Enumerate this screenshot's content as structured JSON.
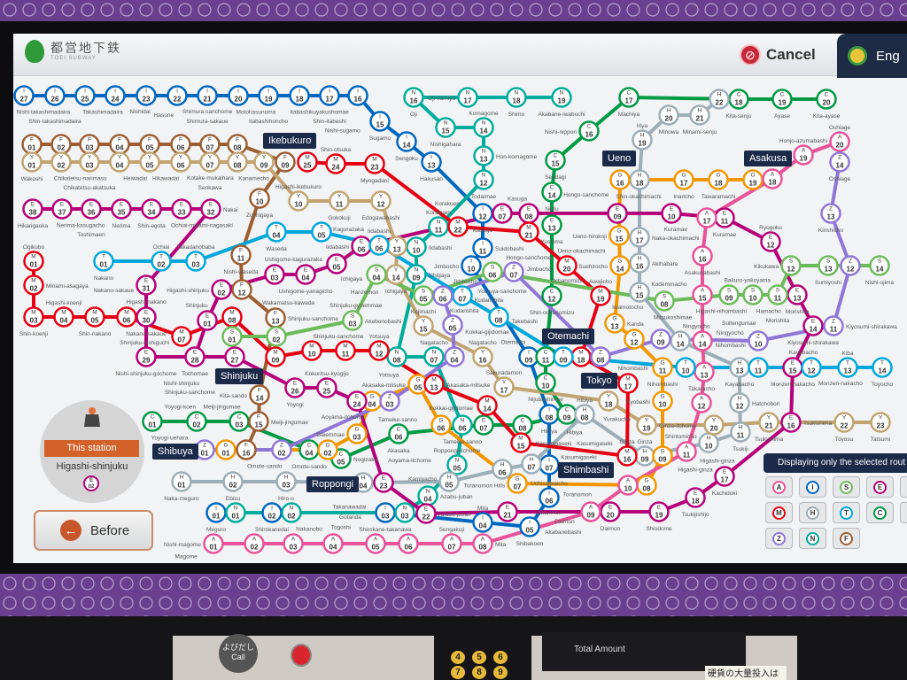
{
  "header": {
    "logo_jp": "都営地下鉄",
    "logo_en": "TOEI SUBWAY",
    "cancel_label": "Cancel",
    "language_label": "Eng"
  },
  "this_station": {
    "label": "This station",
    "name": "Higashi-shinjuku",
    "code_letter": "E",
    "code_number": "02"
  },
  "before_label": "Before",
  "filter": {
    "tooltip": "Displaying only the selected rout",
    "buttons": [
      {
        "letter": "A",
        "color": "#e85298"
      },
      {
        "letter": "I",
        "color": "#0067c0"
      },
      {
        "letter": "S",
        "color": "#6cbb5a"
      },
      {
        "letter": "E",
        "color": "#b6007a"
      },
      {
        "letter": "G",
        "color": "#f39700"
      },
      {
        "letter": "M",
        "color": "#e60012"
      },
      {
        "letter": "H",
        "color": "#9caeb7"
      },
      {
        "letter": "T",
        "color": "#00a7db"
      },
      {
        "letter": "C",
        "color": "#009944"
      },
      {
        "letter": "Y",
        "color": "#c1a470"
      },
      {
        "letter": "Z",
        "color": "#8f76d6"
      },
      {
        "letter": "N",
        "color": "#00ac9b"
      },
      {
        "letter": "F",
        "color": "#9c5e31"
      }
    ]
  },
  "callouts": [
    "Ikebukuro",
    "Ueno",
    "Asakusa",
    "Shinjuku",
    "Shibuya",
    "Roppongi",
    "Otemachi",
    "Tokyo",
    "Shimbashi"
  ],
  "lines": [
    {
      "letter": "I",
      "color": "#0067c0",
      "stations": [
        [
          "27",
          "Nishi-takashimadaira"
        ],
        [
          "26",
          "Shin-takashimadaira"
        ],
        [
          "25",
          "Takashimadaira"
        ],
        [
          "24",
          "Nishidai"
        ],
        [
          "23",
          "Hasune"
        ],
        [
          "22",
          "Shimura-sanchome"
        ],
        [
          "21",
          "Shimura-sakaue"
        ],
        [
          "20",
          "Motohasunuma"
        ],
        [
          "19",
          "Itabashihoncho"
        ],
        [
          "18",
          "Itabashikuyakushomae"
        ],
        [
          "17",
          "Shin-itabashi"
        ],
        [
          "16",
          "Nishi-sugamo"
        ],
        [
          "15",
          "Sugamo"
        ],
        [
          "14",
          "Sengoku"
        ],
        [
          "13",
          "Hakusan"
        ],
        [
          "12",
          "Kasuga"
        ],
        [
          "11",
          "Suidobashi"
        ],
        [
          "10",
          "Jimbocho"
        ],
        [
          "09",
          "Otemachi"
        ],
        [
          "08",
          "Hibiya"
        ],
        [
          "07",
          "Uchisaiwaicho"
        ],
        [
          "06",
          "Onarimon"
        ],
        [
          "05",
          "Shibakoen"
        ],
        [
          "04",
          "Mita"
        ],
        [
          "03",
          "Shirokane-takanawa"
        ],
        [
          "02",
          "Shirokanedai"
        ],
        [
          "01",
          "Meguro"
        ]
      ]
    },
    {
      "letter": "N",
      "color": "#00ac9b",
      "stations": [
        [
          "19",
          "Akabane-iwabuchi"
        ],
        [
          "18",
          "Shimo"
        ],
        [
          "17",
          "Oji-kamiya"
        ],
        [
          "16",
          "Oji"
        ],
        [
          "15",
          "Nishigahara"
        ],
        [
          "14",
          "Komagome"
        ],
        [
          "13",
          "Hon-komagome"
        ],
        [
          "12",
          "Todaimae"
        ],
        [
          "11",
          "Korakuen"
        ],
        [
          "10",
          "Iidabashi"
        ],
        [
          "09",
          "Ichigaya"
        ],
        [
          "08",
          "Yotsuya"
        ],
        [
          "07",
          "Nagatacho"
        ],
        [
          "06",
          "Tameike-sanno"
        ],
        [
          "05",
          "Roppongi-itchome"
        ],
        [
          "04",
          "Azabu-juban"
        ],
        [
          "03",
          ""
        ],
        [
          "02",
          ""
        ],
        [
          "01",
          ""
        ]
      ]
    },
    {
      "letter": "C",
      "color": "#009944",
      "stations": [
        [
          "20",
          "Kita-ayase"
        ],
        [
          "19",
          "Ayase"
        ],
        [
          "18",
          "Kita-senju"
        ],
        [
          "17",
          "Machiya"
        ],
        [
          "16",
          "Nishi-nippori"
        ],
        [
          "15",
          "Sendagi"
        ],
        [
          "14",
          "Nezu"
        ],
        [
          "13",
          "Yushima"
        ],
        [
          "12",
          "Shin-ochanomizu"
        ],
        [
          "11",
          ""
        ],
        [
          "10",
          "Nijubashimae"
        ],
        [
          "09",
          "Hibiya"
        ],
        [
          "08",
          "Kasumigaseki"
        ],
        [
          "07",
          "Kokkai-gijidomae"
        ],
        [
          "06",
          "Akasaka"
        ],
        [
          "05",
          "Nogizaka"
        ],
        [
          "04",
          "Omote-sando"
        ],
        [
          "03",
          "Meiji-jingumae"
        ],
        [
          "02",
          "Yoyogi-koen"
        ],
        [
          "01",
          "Yoyogi-uehara"
        ]
      ]
    },
    {
      "letter": "H",
      "color": "#9caeb7",
      "stations": [
        [
          "22",
          ""
        ],
        [
          "21",
          "Minami-senju"
        ],
        [
          "20",
          "Minowa"
        ],
        [
          "19",
          "Iriya"
        ],
        [
          "18",
          ""
        ],
        [
          "17",
          "Naka-okachimachi"
        ],
        [
          "16",
          "Akihabara"
        ],
        [
          "15",
          "Kodemmacho"
        ],
        [
          "14",
          "Ningyocho"
        ],
        [
          "13",
          "Kayabacho"
        ],
        [
          "12",
          "Hatchobori"
        ],
        [
          "11",
          "Tsukiji"
        ],
        [
          "10",
          "Higashi-ginza"
        ],
        [
          "09",
          "Ginza"
        ],
        [
          "08",
          "Hibiya"
        ],
        [
          "07",
          "Kasumigaseki"
        ],
        [
          "06",
          "Toranomon Hills"
        ],
        [
          "05",
          "Kamiyacho"
        ],
        [
          "04",
          ""
        ],
        [
          "03",
          "Hiro-o"
        ],
        [
          "02",
          "Ebisu"
        ],
        [
          "01",
          "Naka-meguro"
        ]
      ]
    },
    {
      "letter": "G",
      "color": "#f39700",
      "stations": [
        [
          "19",
          ""
        ],
        [
          "18",
          "Tawaramachi"
        ],
        [
          "17",
          "Inaricho"
        ],
        [
          "16",
          ""
        ],
        [
          "15",
          "Ueno-hirokoji"
        ],
        [
          "14",
          "Suehirocho"
        ],
        [
          "13",
          "Kanda"
        ],
        [
          "12",
          "Mitsukoshimae"
        ],
        [
          "11",
          "Nihombashi"
        ],
        [
          "10",
          "Kyobashi"
        ],
        [
          "09",
          ""
        ],
        [
          "08",
          ""
        ],
        [
          "07",
          "Toranomon"
        ],
        [
          "06",
          "Tameike-sanno"
        ],
        [
          "05",
          "Akasaka-mitsuke"
        ],
        [
          "04",
          "Aoyama-itchome"
        ],
        [
          "03",
          "Gaiemmae"
        ],
        [
          "02",
          ""
        ],
        [
          "01",
          ""
        ]
      ]
    },
    {
      "letter": "F",
      "color": "#9c5e31",
      "stations": [
        [
          "01",
          ""
        ],
        [
          "02",
          ""
        ],
        [
          "03",
          ""
        ],
        [
          "04",
          ""
        ],
        [
          "05",
          ""
        ],
        [
          "06",
          ""
        ],
        [
          "07",
          ""
        ],
        [
          "08",
          ""
        ],
        [
          "09",
          ""
        ],
        [
          "10",
          "Zoshigaya"
        ],
        [
          "11",
          "Nishi-waseda"
        ],
        [
          "12",
          ""
        ],
        [
          "13",
          "Shinjuku-sanchome"
        ],
        [
          "14",
          "Kita-sando"
        ],
        [
          "15",
          "Meiji-jingumae"
        ],
        [
          "16",
          ""
        ]
      ]
    },
    {
      "letter": "Y",
      "color": "#c1a470",
      "stations": [
        [
          "01",
          "Wakoshi"
        ],
        [
          "02",
          "Chikatetsu-narimasu"
        ],
        [
          "03",
          "Chikatetsu-akatsuka"
        ],
        [
          "04",
          "Heiwadai"
        ],
        [
          "05",
          "Hikawadai"
        ],
        [
          "06",
          "Kotake-mukaihara"
        ],
        [
          "07",
          "Senkawa"
        ],
        [
          "08",
          "Kanamecho"
        ],
        [
          "09",
          ""
        ],
        [
          "10",
          "Higashi-ikebukuro"
        ],
        [
          "11",
          "Gokokuji"
        ],
        [
          "12",
          "Edogawabashi"
        ],
        [
          "13",
          ""
        ],
        [
          "14",
          "Ichigaya"
        ],
        [
          "15",
          "Kojimachi"
        ],
        [
          "16",
          "Nagatacho"
        ],
        [
          "17",
          "Sakuradamon"
        ],
        [
          "18",
          "Yurakucho"
        ],
        [
          "19",
          "Ginza-itchome"
        ],
        [
          "20",
          "Shintomicho"
        ],
        [
          "21",
          "Tsukishima"
        ],
        [
          "22",
          "Toyosu"
        ],
        [
          "23",
          "Tatsumi"
        ]
      ]
    },
    {
      "letter": "E",
      "color": "#b6007a",
      "stations": [
        [
          "38",
          "Hikarigaoka"
        ],
        [
          "37",
          "Nerima-kasugacho"
        ],
        [
          "36",
          "Toshimaen"
        ],
        [
          "35",
          "Nerima"
        ],
        [
          "34",
          "Shin-egota"
        ],
        [
          "33",
          "Ochiai-minami-nagasaki"
        ],
        [
          "32",
          "Nakai"
        ],
        [
          "31",
          "Higashi-nakano"
        ],
        [
          "30",
          "Nakano-sakaue"
        ],
        [
          "29",
          "Nishi-shinjuku-gochome"
        ],
        [
          "28",
          "Tochomae"
        ],
        [
          "27",
          ""
        ],
        [
          "26",
          "Yoyogi"
        ],
        [
          "25",
          "Kokuritsu-kyogijo"
        ],
        [
          "24",
          "Aoyama-itchome"
        ],
        [
          "23",
          ""
        ],
        [
          "22",
          "Azabu-juban"
        ],
        [
          "21",
          "Akabanebashi"
        ],
        [
          "20",
          "Daimon"
        ],
        [
          "19",
          "Shiodome"
        ],
        [
          "18",
          "Tsukijishijo"
        ],
        [
          "17",
          "Kachidoki"
        ],
        [
          "16",
          "Tsukishima"
        ],
        [
          "15",
          "Monzen-nakacho"
        ],
        [
          "14",
          "Kiyosumi-shirakawa"
        ],
        [
          "13",
          "Morishita"
        ],
        [
          "12",
          "Ryogoku"
        ],
        [
          "11",
          "Kuramae"
        ],
        [
          "10",
          "Shin-okachimachi"
        ],
        [
          "09",
          "Ueno-okachimachi"
        ],
        [
          "08",
          "Hongo-sanchome"
        ],
        [
          "07",
          "Kasuga"
        ],
        [
          "06",
          "Iidabashi"
        ],
        [
          "05",
          "Ushigome-kagurazaka"
        ],
        [
          "04",
          "Ushigome-yanagicho"
        ],
        [
          "03",
          "Wakamatsu-kawada"
        ],
        [
          "02",
          "Higashi-shinjuku"
        ],
        [
          "01",
          "Shinjuku-nishiguchi"
        ]
      ]
    },
    {
      "letter": "A",
      "color": "#e85298",
      "stations": [
        [
          "01",
          "Nishi-magome"
        ],
        [
          "02",
          "Magome"
        ],
        [
          "03",
          "Nakanobu"
        ],
        [
          "04",
          "Togoshi"
        ],
        [
          "05",
          "Gotanda"
        ],
        [
          "06",
          "Takanawadai"
        ],
        [
          "07",
          "Sengakuji"
        ],
        [
          "08",
          "Mita"
        ],
        [
          "09",
          "Daimon"
        ],
        [
          "10",
          ""
        ],
        [
          "11",
          "Higashi-ginza"
        ],
        [
          "12",
          "Takaracho"
        ],
        [
          "13",
          "Nihombashi"
        ],
        [
          "14",
          "Ningyocho"
        ],
        [
          "15",
          "Higashi-nihombashi"
        ],
        [
          "16",
          "Asakusabashi"
        ],
        [
          "17",
          "Kuramae"
        ],
        [
          "18",
          ""
        ],
        [
          "19",
          "Honjo-azumabashi"
        ],
        [
          "20",
          "Oshiage"
        ]
      ]
    },
    {
      "letter": "M",
      "color": "#e60012",
      "stations": [
        [
          "01",
          "Ogikubo"
        ],
        [
          "02",
          "Minami-asagaya"
        ],
        [
          "03",
          "Shin-koenji"
        ],
        [
          "04",
          "Higashi-koenji"
        ],
        [
          "05",
          "Shin-nakano"
        ],
        [
          "06",
          "Nakano-sakaue"
        ],
        [
          "07",
          "Nishi-shinjuku"
        ],
        [
          "08",
          "Shinjuku"
        ],
        [
          "09",
          "Shinjuku-sanchome"
        ],
        [
          "10",
          "Shinjuku-gyoemmae"
        ],
        [
          "11",
          "Yotsuya-sanchome"
        ],
        [
          "12",
          "Yotsuya"
        ],
        [
          "13",
          "Akasaka-mitsuke"
        ],
        [
          "14",
          "Kokkai-gijidomae"
        ],
        [
          "15",
          "Kasumigaseki"
        ],
        [
          "16",
          "Ginza"
        ],
        [
          "17",
          ""
        ],
        [
          "18",
          ""
        ],
        [
          "19",
          "Awajicho"
        ],
        [
          "20",
          "Ochanomizu"
        ],
        [
          "21",
          "Hongo-sanchome"
        ],
        [
          "22",
          "Korakuen"
        ],
        [
          "23",
          "Myogadani"
        ],
        [
          "24",
          "Shin-otsuka"
        ],
        [
          "25",
          ""
        ]
      ]
    },
    {
      "letter": "S",
      "color": "#6cbb5a",
      "stations": [
        [
          "01",
          ""
        ],
        [
          "02",
          "Shinjuku-sanchome"
        ],
        [
          "03",
          "Akebonobashi"
        ],
        [
          "04",
          "Ichigaya"
        ],
        [
          "05",
          "Kudanshita"
        ],
        [
          "06",
          "Jimbocho"
        ],
        [
          "08",
          "Iwamotocho"
        ],
        [
          "09",
          "Bakuro-yokoyama"
        ],
        [
          "10",
          "Hamacho"
        ],
        [
          "11",
          "Morishita"
        ],
        [
          "12",
          "Kikukawa"
        ],
        [
          "13",
          "Sumiyoshi"
        ],
        [
          "14",
          "Nishi-ojima"
        ]
      ]
    },
    {
      "letter": "T",
      "color": "#00a7db",
      "stations": [
        [
          "01",
          "Nakano"
        ],
        [
          "02",
          "Ochiai"
        ],
        [
          "03",
          "Takadanobaba"
        ],
        [
          "04",
          "Waseda"
        ],
        [
          "05",
          "Kagurazaka"
        ],
        [
          "06",
          "Iidabashi"
        ],
        [
          "07",
          "Kudanshita"
        ],
        [
          "08",
          "Takebashi"
        ],
        [
          "09",
          ""
        ],
        [
          "10",
          "Nihombashi"
        ],
        [
          "11",
          "Kayabacho"
        ],
        [
          "12",
          "Monzen-nakacho"
        ],
        [
          "13",
          "Kiba"
        ],
        [
          "14",
          "Toyocho"
        ]
      ]
    },
    {
      "letter": "Z",
      "color": "#8f76d6",
      "stations": [
        [
          "01",
          ""
        ],
        [
          "02",
          "Omote-sando"
        ],
        [
          "03",
          ""
        ],
        [
          "04",
          ""
        ],
        [
          "05",
          "Hanzomon"
        ],
        [
          "06",
          ""
        ],
        [
          "07",
          "Jimbocho"
        ],
        [
          "08",
          ""
        ],
        [
          "09",
          ""
        ],
        [
          "10",
          "Suitengumae"
        ],
        [
          "11",
          "Kiyosumi-shirakawa"
        ],
        [
          "12",
          ""
        ],
        [
          "13",
          "Kinshicho"
        ],
        [
          "14",
          "Oshiage"
        ]
      ]
    }
  ],
  "machine": {
    "call_jp": "よびだし",
    "call_en": "Call",
    "keys": [
      "4",
      "5",
      "6",
      "7",
      "8",
      "9"
    ],
    "total_amount": "Total Amount",
    "coin_note": "硬貨の大量投入は"
  }
}
